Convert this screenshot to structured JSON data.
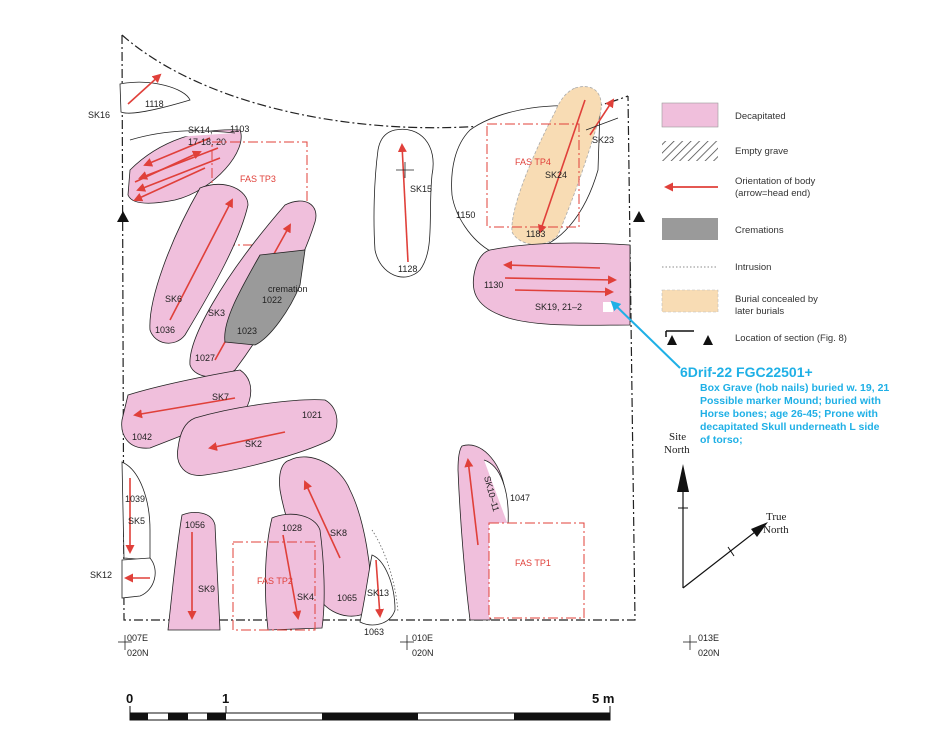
{
  "colors": {
    "decapitated": "#f0bfdc",
    "arrow": "#e0403a",
    "cremation": "#9a9a9a",
    "concealed": "#f8dcb4",
    "annotation": "#1fb0e6"
  },
  "legend": [
    {
      "key": "decapitated",
      "label": "Decapitated"
    },
    {
      "key": "empty",
      "label": "Empty grave"
    },
    {
      "key": "orientation",
      "label": "Orientation of body",
      "label2": "(arrow=head end)"
    },
    {
      "key": "cremation",
      "label": "Cremations"
    },
    {
      "key": "intrusion",
      "label": "Intrusion"
    },
    {
      "key": "concealed",
      "label": "Burial concealed by",
      "label2": "later burials"
    },
    {
      "key": "section",
      "label": "Location of section (Fig. 8)"
    }
  ],
  "test_pits": {
    "tp1": "FAS TP1",
    "tp2": "FAS TP2",
    "tp3": "FAS TP3",
    "tp4": "FAS TP4"
  },
  "labels": {
    "sk16": "SK16",
    "n1118": "1118",
    "sk14": "SK14,",
    "sk14b": "17-18, 20",
    "n1103": "1103",
    "sk6": "SK6",
    "n1036": "1036",
    "sk3": "SK3",
    "n1027": "1027",
    "cremation": "cremation",
    "n1022": "1022",
    "n1023": "1023",
    "sk15": "SK15",
    "n1128": "1128",
    "n1150": "1150",
    "sk24": "SK24",
    "n1183": "1183",
    "sk23": "SK23",
    "n1130": "1130",
    "sk19": "SK19, 21–2",
    "sk7": "SK7",
    "n1042": "1042",
    "n1021": "1021",
    "sk2": "SK2",
    "n1039": "1039",
    "sk5": "SK5",
    "sk12": "SK12",
    "n1056": "1056",
    "sk9": "SK9",
    "n1028": "1028",
    "sk4": "SK4",
    "sk8": "SK8",
    "n1065": "1065",
    "sk13": "SK13",
    "n1063": "1063",
    "sk10": "SK10–11",
    "n1047": "1047"
  },
  "grid": [
    {
      "e": "007E",
      "n": "020N"
    },
    {
      "e": "010E",
      "n": "020N"
    },
    {
      "e": "013E",
      "n": "020N"
    }
  ],
  "annotation": {
    "title": "6Drif-22  FGC22501+",
    "lines": [
      "Box Grave (hob nails) buried w. 19, 21",
      "Possible marker Mound; buried with",
      "Horse bones; age 26-45; Prone with",
      "decapitated Skull underneath L side",
      "of torso;"
    ]
  },
  "north": {
    "site1": "Site",
    "site2": "North",
    "true1": "True",
    "true2": "North"
  },
  "scale_bar": {
    "zero": "0",
    "one": "1",
    "five": "5 m"
  }
}
